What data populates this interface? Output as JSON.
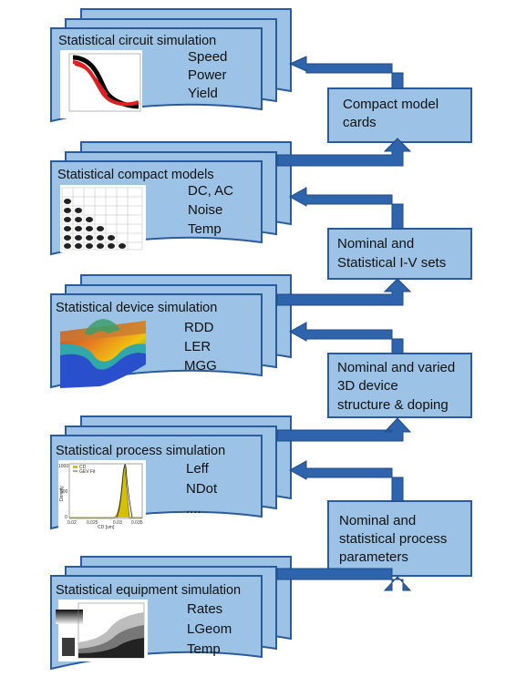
{
  "stacks": [
    {
      "title": "Statistical circuit simulation",
      "items": [
        "Speed",
        "Power",
        "Yield"
      ]
    },
    {
      "title": "Statistical compact models",
      "items": [
        "DC, AC",
        "Noise",
        "Temp"
      ]
    },
    {
      "title": "Statistical device simulation",
      "items": [
        "RDD",
        "LER",
        "MGG"
      ]
    },
    {
      "title": "Statistical process simulation",
      "items": [
        "Leff",
        "NDot",
        "...."
      ]
    },
    {
      "title": "Statistical equipment simulation",
      "items": [
        "Rates",
        "LGeom",
        "Temp"
      ]
    }
  ],
  "boxes": [
    {
      "lines": [
        "Compact model",
        "cards"
      ]
    },
    {
      "lines": [
        "Nominal and",
        "Statistical I-V sets"
      ]
    },
    {
      "lines": [
        "Nominal and varied",
        "3D device",
        "structure  & doping"
      ]
    },
    {
      "lines": [
        "Nominal and",
        "statistical process",
        "parameters"
      ]
    }
  ],
  "thumb_process": {
    "legend": [
      "CD",
      "GEV Fit"
    ],
    "ylabel": "Density",
    "xlabel": "CD [um]",
    "yticks": [
      "1000",
      "500",
      "0"
    ],
    "xticks": [
      "0.02",
      "0.025",
      "0.03",
      "0.035"
    ]
  },
  "colors": {
    "fill": "#9cc3e6",
    "stroke": "#2a5b9c",
    "arrow": "#2e64ab"
  }
}
